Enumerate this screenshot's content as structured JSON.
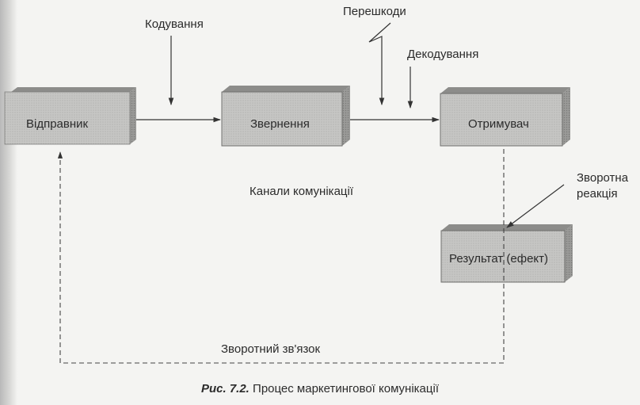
{
  "nodes": {
    "sender": "Відправник",
    "message": "Звернення",
    "receiver": "Отримувач",
    "result": "Результат (ефект)"
  },
  "labels": {
    "encoding": "Кодування",
    "noise": "Перешкоди",
    "decoding": "Декодування",
    "channels": "Канали комунікації",
    "response_line1": "Зворотна",
    "response_line2": "реакція",
    "feedback": "Зворотний зв'язок"
  },
  "caption": {
    "figure": "Рис. 7.2.",
    "text": "Процес маркетингової комунікації"
  }
}
